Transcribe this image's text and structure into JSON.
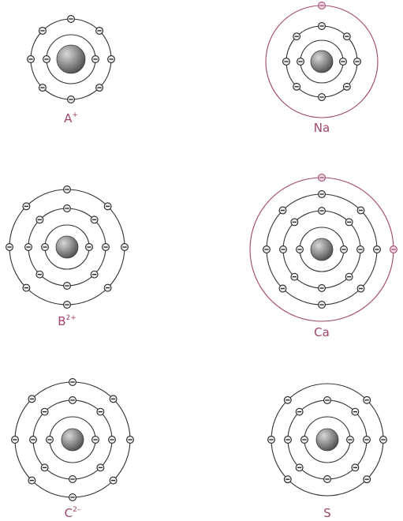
{
  "colors": {
    "shell": "#333333",
    "highlight_shell": "#a0466e",
    "electron_stroke": "#222222",
    "electron_fill": "#eeeeee",
    "highlight_electron_fill": "#f3dbe6",
    "nucleus_dark": "#4a4a4a",
    "nucleus_light": "#d8d8d8",
    "label": "#a0466e"
  },
  "atoms": [
    {
      "id": "a-plus",
      "label": {
        "base": "A",
        "charge": "+"
      },
      "electrons_per_shell": [
        2,
        8
      ],
      "highlighted_shells": []
    },
    {
      "id": "na",
      "label": {
        "base": "Na",
        "charge": ""
      },
      "electrons_per_shell": [
        2,
        8,
        1
      ],
      "highlighted_shells": [
        3
      ]
    },
    {
      "id": "b-2plus",
      "label": {
        "base": "B",
        "charge": "2+"
      },
      "electrons_per_shell": [
        2,
        8,
        8
      ],
      "highlighted_shells": []
    },
    {
      "id": "ca",
      "label": {
        "base": "Ca",
        "charge": ""
      },
      "electrons_per_shell": [
        2,
        8,
        8,
        2
      ],
      "highlighted_shells": [
        4
      ]
    },
    {
      "id": "c-2minus",
      "label": {
        "base": "C",
        "charge": "2–"
      },
      "electrons_per_shell": [
        2,
        8,
        8
      ],
      "highlighted_shells": []
    },
    {
      "id": "s",
      "label": {
        "base": "S",
        "charge": ""
      },
      "electrons_per_shell": [
        2,
        8,
        6
      ],
      "highlighted_shells": []
    }
  ]
}
